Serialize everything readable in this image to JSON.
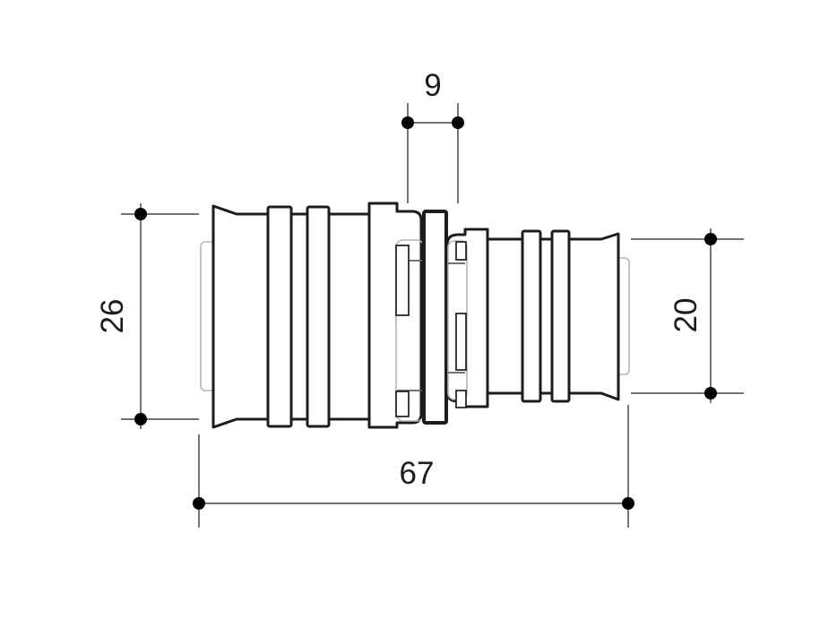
{
  "drawing": {
    "type": "technical-dimension-drawing",
    "dimensions": {
      "gap_width": {
        "value": "9",
        "orientation": "horizontal"
      },
      "left_outer_diameter": {
        "value": "26",
        "orientation": "vertical"
      },
      "right_outer_diameter": {
        "value": "20",
        "orientation": "vertical"
      },
      "overall_length": {
        "value": "67",
        "orientation": "horizontal"
      }
    },
    "colors": {
      "outline": "#1c1c1c",
      "dimension_line": "#5f5f5f",
      "hidden_edge": "#b5b5b5",
      "marker": "#000000",
      "background": "#ffffff"
    }
  }
}
